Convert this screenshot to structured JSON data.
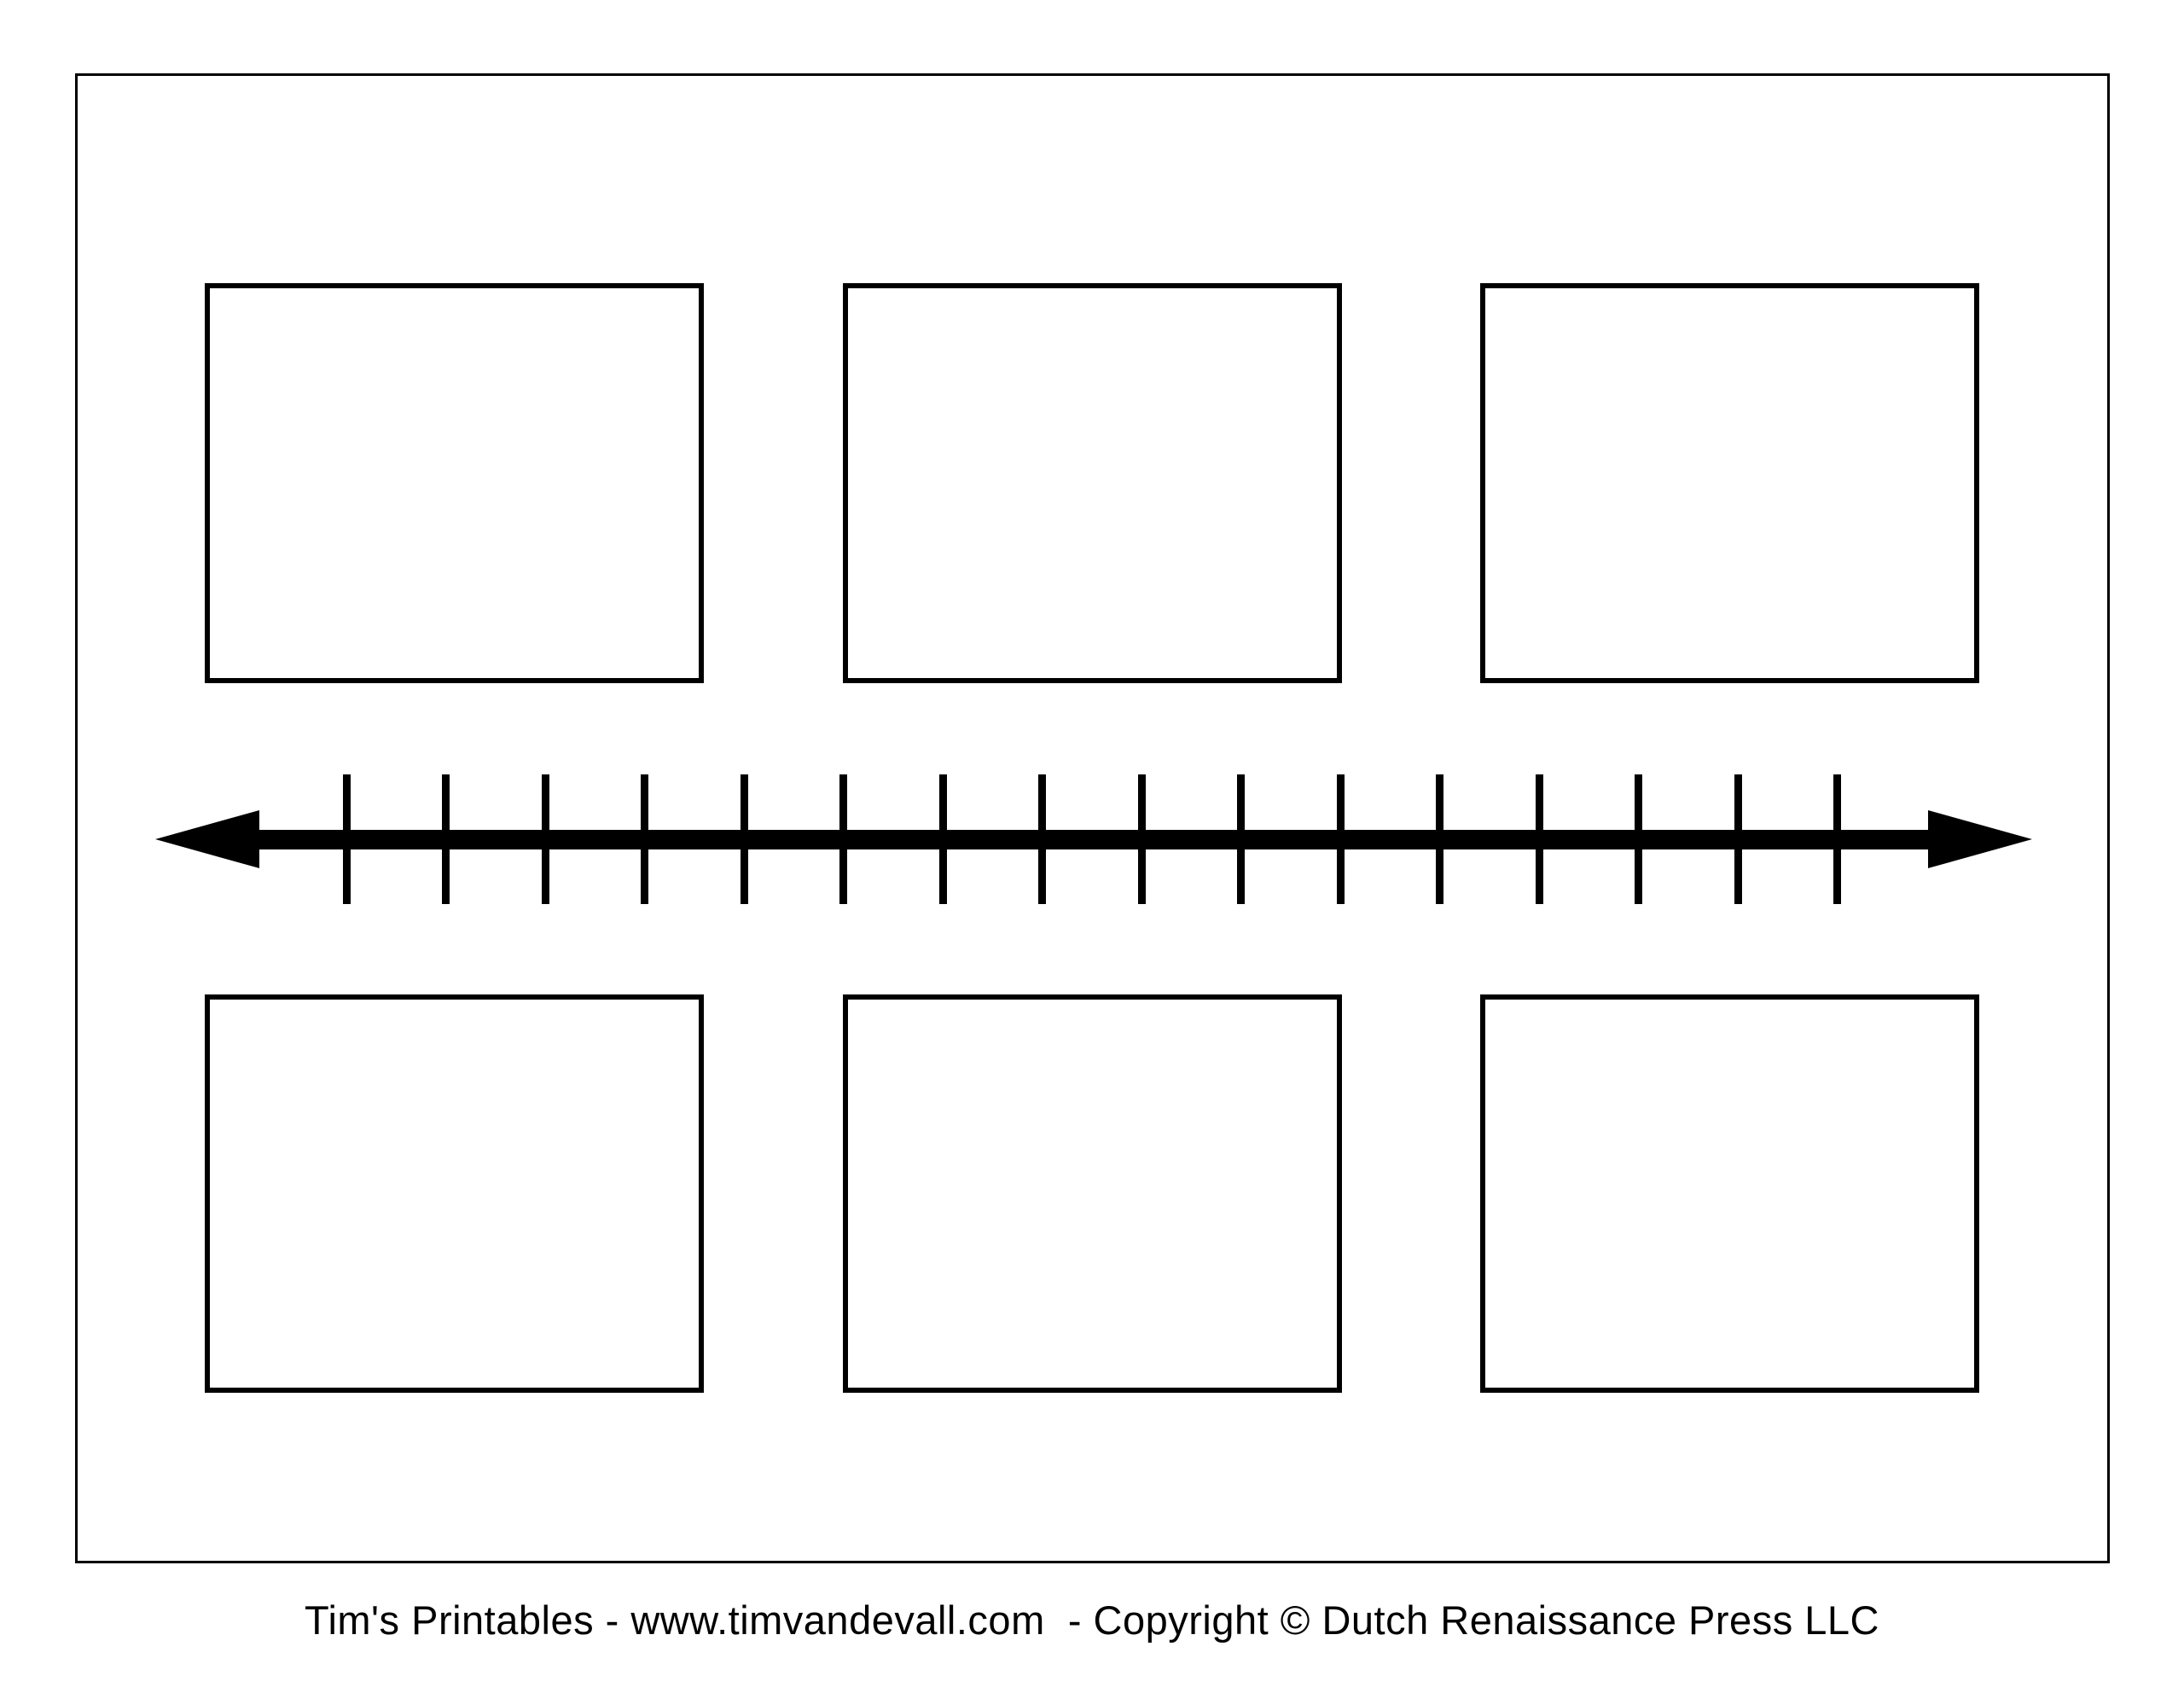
{
  "page": {
    "background_color": "#ffffff",
    "border_color": "#000000"
  },
  "template_boxes": {
    "box_count": 6,
    "box_rows": 2,
    "box_columns": 3,
    "box_fill": "#ffffff",
    "box_border_color": "#000000"
  },
  "timeline": {
    "type": "horizontal-double-arrow",
    "tick_count": 16,
    "color": "#000000"
  },
  "footer": {
    "credit_text": "Tim's Printables - www.timvandevall.com  - Copyright © Dutch Renaissance Press LLC"
  }
}
